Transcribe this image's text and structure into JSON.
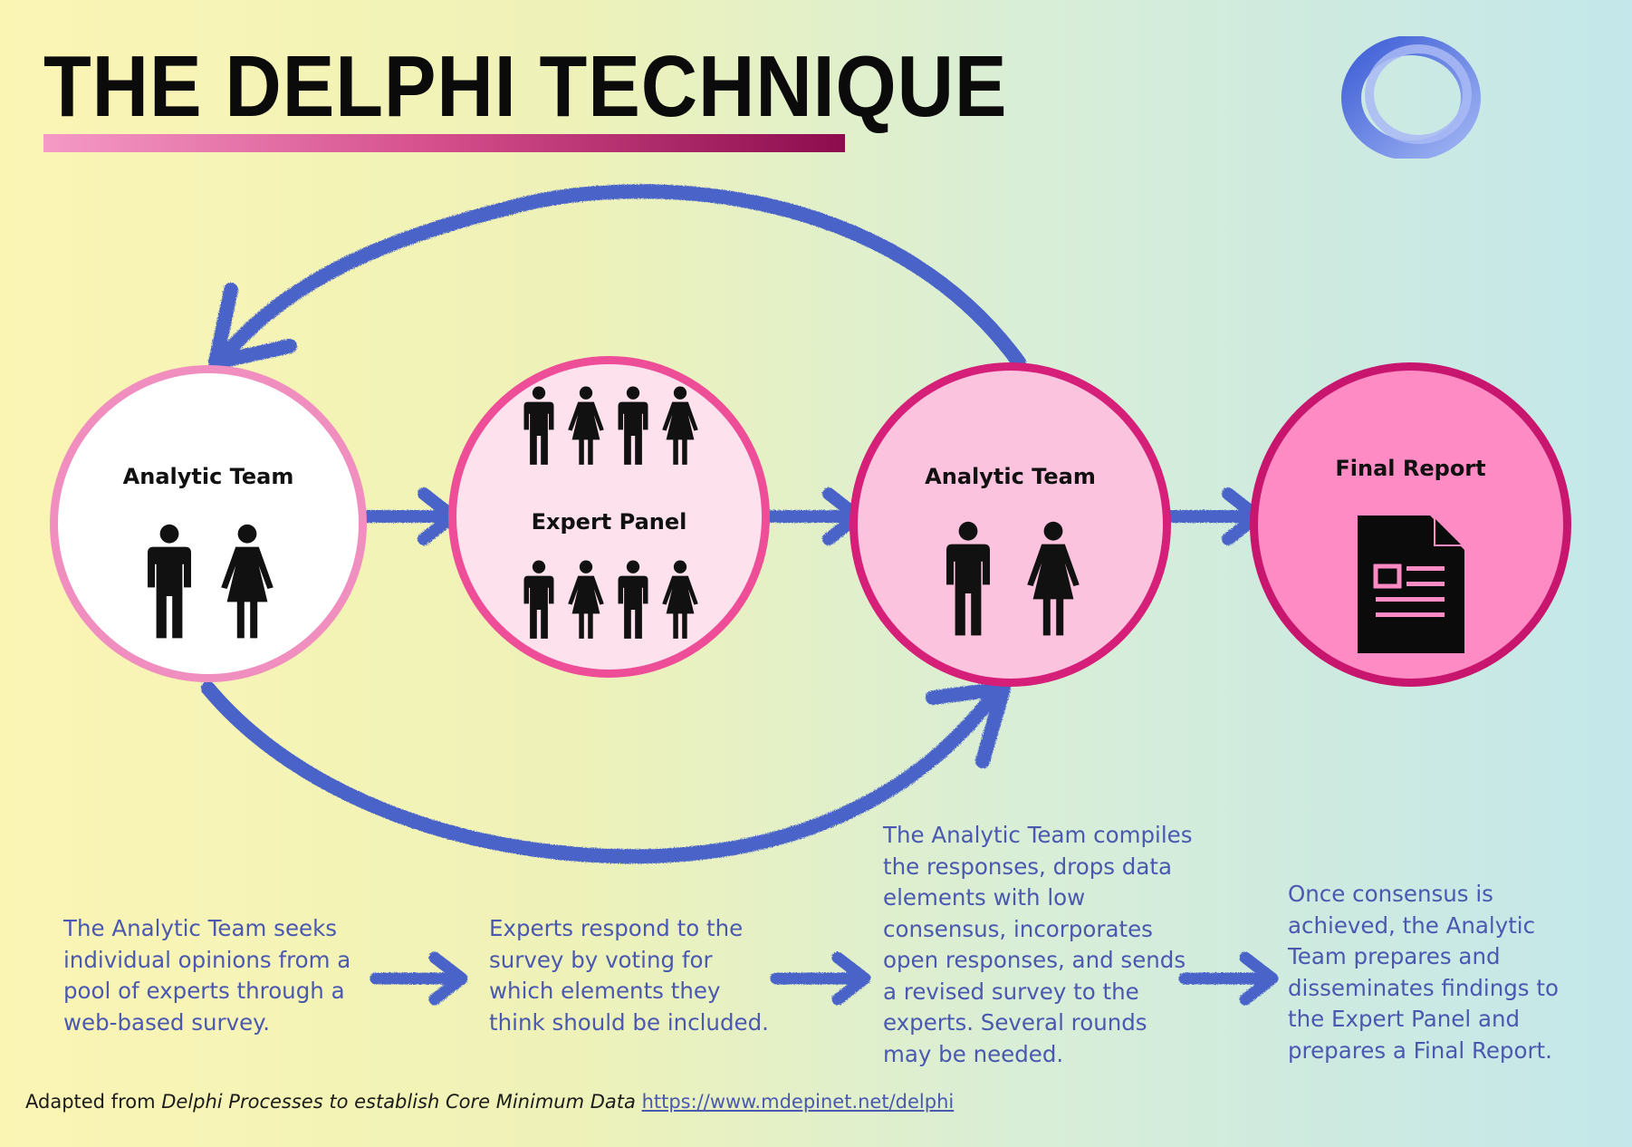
{
  "header": {
    "title": "THE DELPHI TECHNIQUE"
  },
  "logo": {
    "icon": "blue-ring-logo-icon"
  },
  "nodes": [
    {
      "label": "Analytic Team",
      "icons": [
        "man-icon",
        "woman-icon"
      ]
    },
    {
      "label": "Expert Panel",
      "icons": [
        "man-icon",
        "woman-icon",
        "man-icon",
        "woman-icon"
      ]
    },
    {
      "label": "Analytic Team",
      "icons": [
        "man-icon",
        "woman-icon"
      ]
    },
    {
      "label": "Final Report",
      "icons": [
        "document-icon"
      ]
    }
  ],
  "descriptions": [
    {
      "lines": [
        "The Analytic Team seeks",
        "individual opinions from a",
        "pool of experts through a",
        "web-based survey."
      ]
    },
    {
      "lines": [
        "Experts respond to the",
        "survey by voting for",
        "which elements they",
        "think should be included."
      ]
    },
    {
      "lines": [
        "The Analytic Team compiles",
        "the responses, drops data",
        "elements with low",
        "consensus, incorporates",
        "open responses, and sends",
        "a revised survey to the",
        "experts.  Several rounds",
        "may be needed."
      ]
    },
    {
      "lines": [
        "Once consensus is",
        "achieved, the Analytic",
        "Team prepares and",
        "disseminates findings to",
        "the Expert Panel and",
        "prepares a Final Report."
      ]
    }
  ],
  "footer": {
    "prefix": "Adapted from ",
    "source_title": "Delphi Processes to establish Core Minimum Data",
    "link": "https://www.mdepinet.net/delphi"
  },
  "colors": {
    "arrow": "#4a63c9",
    "text_blue": "#4a58b0",
    "node1_fill": "#ffffff",
    "node1_border": "#f08fbf",
    "node2_fill": "#fde2ee",
    "node2_border": "#ee4d98",
    "node3_fill": "#fcc3df",
    "node3_border": "#d51f78",
    "node4_fill": "#fe8bc4",
    "node4_border": "#c8166e"
  }
}
